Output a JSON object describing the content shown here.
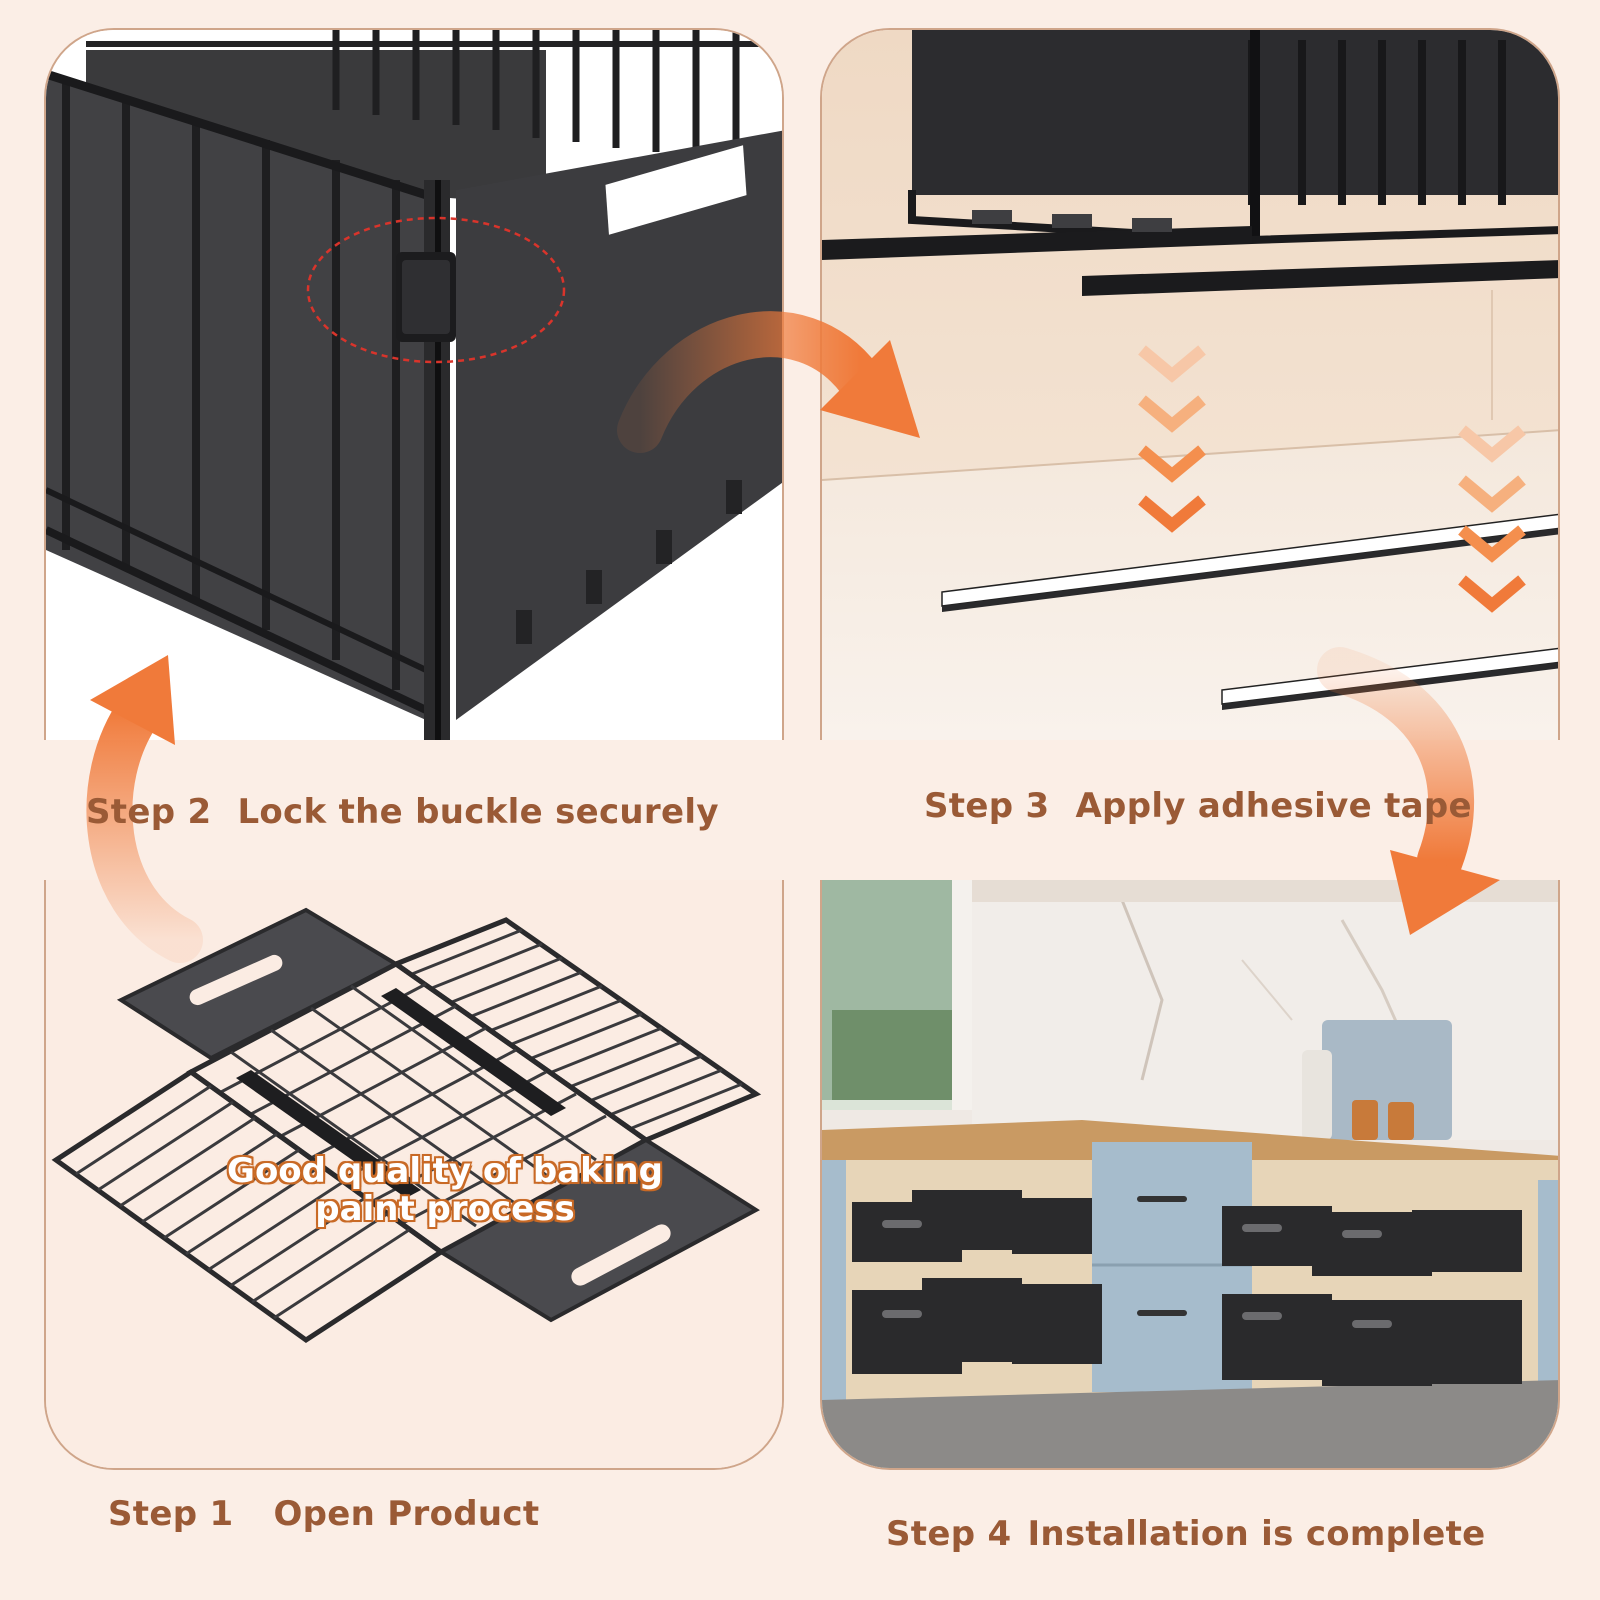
{
  "steps": {
    "step1": {
      "number": "Step 1",
      "label": "Open Product"
    },
    "step2": {
      "number": "Step 2",
      "label": "Lock the buckle securely"
    },
    "step3": {
      "number": "Step 3",
      "label": "Apply adhesive tape"
    },
    "step4": {
      "number": "Step 4",
      "label": "Installation is complete"
    }
  },
  "overlay": {
    "line1": "Good quality of baking",
    "line2": "paint process"
  },
  "icons": {
    "flow_arrows": "curved-arrow-icon",
    "down_chevrons": "chevron-down-icon"
  },
  "colors": {
    "background": "#fbeee6",
    "caption": "#9a5a36",
    "arrow": "#f07a3a",
    "metal": "#2b2b2d"
  }
}
